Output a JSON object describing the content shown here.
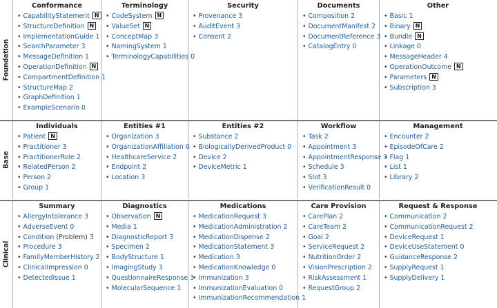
{
  "sections": [
    {
      "label": "Foundation",
      "columns": [
        {
          "title": "Conformance",
          "items": [
            {
              "name": "CapabilityStatement",
              "n": true
            },
            {
              "name": "StructureDefinition",
              "n": true
            },
            {
              "name": "ImplementationGuide",
              "num": "1"
            },
            {
              "name": "SearchParameter",
              "num": "3"
            },
            {
              "name": "MessageDefinition",
              "num": "1"
            },
            {
              "name": "OperationDefinition",
              "n": true
            },
            {
              "name": "CompartmentDefinition",
              "num": "1"
            },
            {
              "name": "StructureMap",
              "num": "2"
            },
            {
              "name": "GraphDefinition",
              "num": "1"
            },
            {
              "name": "ExampleScenario",
              "num": "0"
            }
          ]
        },
        {
          "title": "Terminology",
          "items": [
            {
              "name": "CodeSystem",
              "n": true
            },
            {
              "name": "ValueSet",
              "n": true
            },
            {
              "name": "ConceptMap",
              "num": "3"
            },
            {
              "name": "NamingSystem",
              "num": "1"
            },
            {
              "name": "TerminologyCapabilities",
              "num": "0"
            }
          ]
        },
        {
          "title": "Security",
          "items": [
            {
              "name": "Provenance",
              "num": "3"
            },
            {
              "name": "AuditEvent",
              "num": "3"
            },
            {
              "name": "Consent",
              "num": "2"
            }
          ]
        },
        {
          "title": "Documents",
          "items": [
            {
              "name": "Composition",
              "num": "2"
            },
            {
              "name": "DocumentManifest",
              "num": "2"
            },
            {
              "name": "DocumentReference",
              "num": "3"
            },
            {
              "name": "CatalogEntry",
              "num": "0"
            }
          ]
        },
        {
          "title": "Other",
          "items": [
            {
              "name": "Basic",
              "num": "1"
            },
            {
              "name": "Binary",
              "n": true
            },
            {
              "name": "Bundle",
              "n": true
            },
            {
              "name": "Linkage",
              "num": "0"
            },
            {
              "name": "MessageHeader",
              "num": "4"
            },
            {
              "name": "OperationOutcome",
              "n": true
            },
            {
              "name": "Parameters",
              "n": true
            },
            {
              "name": "Subscription",
              "num": "3"
            }
          ]
        }
      ]
    },
    {
      "label": "Base",
      "columns": [
        {
          "title": "Individuals",
          "items": [
            {
              "name": "Patient",
              "n": true
            },
            {
              "name": "Practitioner",
              "num": "3"
            },
            {
              "name": "PractitionerRole",
              "num": "2"
            },
            {
              "name": "RelatedPerson",
              "num": "2"
            },
            {
              "name": "Person",
              "num": "2"
            },
            {
              "name": "Group",
              "num": "1"
            }
          ]
        },
        {
          "title": "Entities #1",
          "items": [
            {
              "name": "Organization",
              "num": "3"
            },
            {
              "name": "OrganizationAffiliation",
              "num": "0"
            },
            {
              "name": "HealthcareService",
              "num": "2"
            },
            {
              "name": "Endpoint",
              "num": "2"
            },
            {
              "name": "Location",
              "num": "3"
            }
          ]
        },
        {
          "title": "Entities #2",
          "items": [
            {
              "name": "Substance",
              "num": "2"
            },
            {
              "name": "BiologicallyDerivedProduct",
              "num": "0"
            },
            {
              "name": "Device",
              "num": "2"
            },
            {
              "name": "DeviceMetric",
              "num": "1"
            }
          ]
        },
        {
          "title": "Workflow",
          "items": [
            {
              "name": "Task",
              "num": "2"
            },
            {
              "name": "Appointment",
              "num": "3"
            },
            {
              "name": "AppointmentResponse",
              "num": "3"
            },
            {
              "name": "Schedule",
              "num": "3"
            },
            {
              "name": "Slot",
              "num": "3"
            },
            {
              "name": "VerificationResult",
              "num": "0"
            }
          ]
        },
        {
          "title": "Management",
          "items": [
            {
              "name": "Encounter",
              "num": "2"
            },
            {
              "name": "EpisodeOfCare",
              "num": "2"
            },
            {
              "name": "Flag",
              "num": "1"
            },
            {
              "name": "List",
              "num": "1"
            },
            {
              "name": "Library",
              "num": "2"
            }
          ]
        }
      ]
    },
    {
      "label": "Clinical",
      "columns": [
        {
          "title": "Summary",
          "items": [
            {
              "name": "AllergyIntolerance",
              "num": "3"
            },
            {
              "name": "AdverseEvent",
              "num": "0"
            },
            {
              "name": "Condition",
              "extra": "(Problem)",
              "num": "3"
            },
            {
              "name": "Procedure",
              "num": "3"
            },
            {
              "name": "FamilyMemberHistory",
              "num": "2"
            },
            {
              "name": "ClinicalImpression",
              "num": "0"
            },
            {
              "name": "DetectedIssue",
              "num": "1"
            }
          ]
        },
        {
          "title": "Diagnostics",
          "items": [
            {
              "name": "Observation",
              "n": true
            },
            {
              "name": "Media",
              "num": "1"
            },
            {
              "name": "DiagnosticReport",
              "num": "3"
            },
            {
              "name": "Specimen",
              "num": "2"
            },
            {
              "name": "BodyStructure",
              "num": "1"
            },
            {
              "name": "ImagingStudy",
              "num": "3"
            },
            {
              "name": "QuestionnaireResponse",
              "num": "3"
            },
            {
              "name": "MolecularSequence",
              "num": "1"
            }
          ]
        },
        {
          "title": "Medications",
          "items": [
            {
              "name": "MedicationRequest",
              "num": "3"
            },
            {
              "name": "MedicationAdministration",
              "num": "2"
            },
            {
              "name": "MedicationDispense",
              "num": "2"
            },
            {
              "name": "MedicationStatement",
              "num": "3"
            },
            {
              "name": "Medication",
              "num": "3"
            },
            {
              "name": "MedicationKnowledge",
              "num": "0"
            },
            {
              "name": "Immunization",
              "num": "3"
            },
            {
              "name": "ImmunizationEvaluation",
              "num": "0"
            },
            {
              "name": "ImmunizationRecommendation",
              "num": "1"
            }
          ]
        },
        {
          "title": "Care Provision",
          "items": [
            {
              "name": "CarePlan",
              "num": "2"
            },
            {
              "name": "CareTeam",
              "num": "2"
            },
            {
              "name": "Goal",
              "num": "2"
            },
            {
              "name": "ServiceRequest",
              "num": "2"
            },
            {
              "name": "NutritionOrder",
              "num": "2"
            },
            {
              "name": "VisionPrescription",
              "num": "2"
            },
            {
              "name": "RiskAssessment",
              "num": "1"
            },
            {
              "name": "RequestGroup",
              "num": "2"
            }
          ]
        },
        {
          "title": "Request & Response",
          "items": [
            {
              "name": "Communication",
              "num": "2"
            },
            {
              "name": "CommunicationRequest",
              "num": "2"
            },
            {
              "name": "DeviceRequest",
              "num": "1"
            },
            {
              "name": "DeviceUseStatement",
              "num": "0"
            },
            {
              "name": "GuidanceResponse",
              "num": "2"
            },
            {
              "name": "SupplyRequest",
              "num": "1"
            },
            {
              "name": "SupplyDelivery",
              "num": "1"
            }
          ]
        }
      ]
    }
  ]
}
